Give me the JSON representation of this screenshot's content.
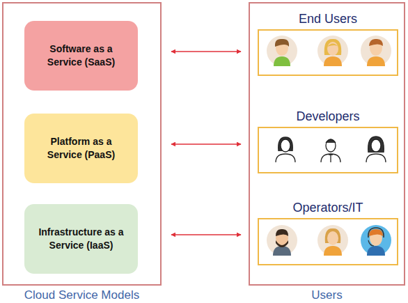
{
  "diagram": {
    "nodes": [
      {
        "text": [
          "Cloud Service Models"
        ]
      },
      {
        "text": [
          "Software as a Service (SaaS)"
        ],
        "in": 0
      },
      {
        "text": [
          "Platform as a Service (PaaS)"
        ],
        "in": 0
      },
      {
        "text": [
          "Infrastructure as a Service (IaaS)"
        ],
        "in": 0
      },
      {
        "text": [
          "Users"
        ]
      },
      {
        "text": [
          "End Users"
        ],
        "in": 4
      },
      {
        "text": [
          "Developers"
        ],
        "in": 4
      },
      {
        "text": [
          "Operators/IT"
        ],
        "in": 4
      }
    ],
    "edges": [
      {
        "from": 1,
        "to": 5,
        "arrow": "both"
      },
      {
        "from": 2,
        "to": 6,
        "arrow": "both"
      },
      {
        "from": 3,
        "to": 7,
        "arrow": "both"
      }
    ]
  }
}
